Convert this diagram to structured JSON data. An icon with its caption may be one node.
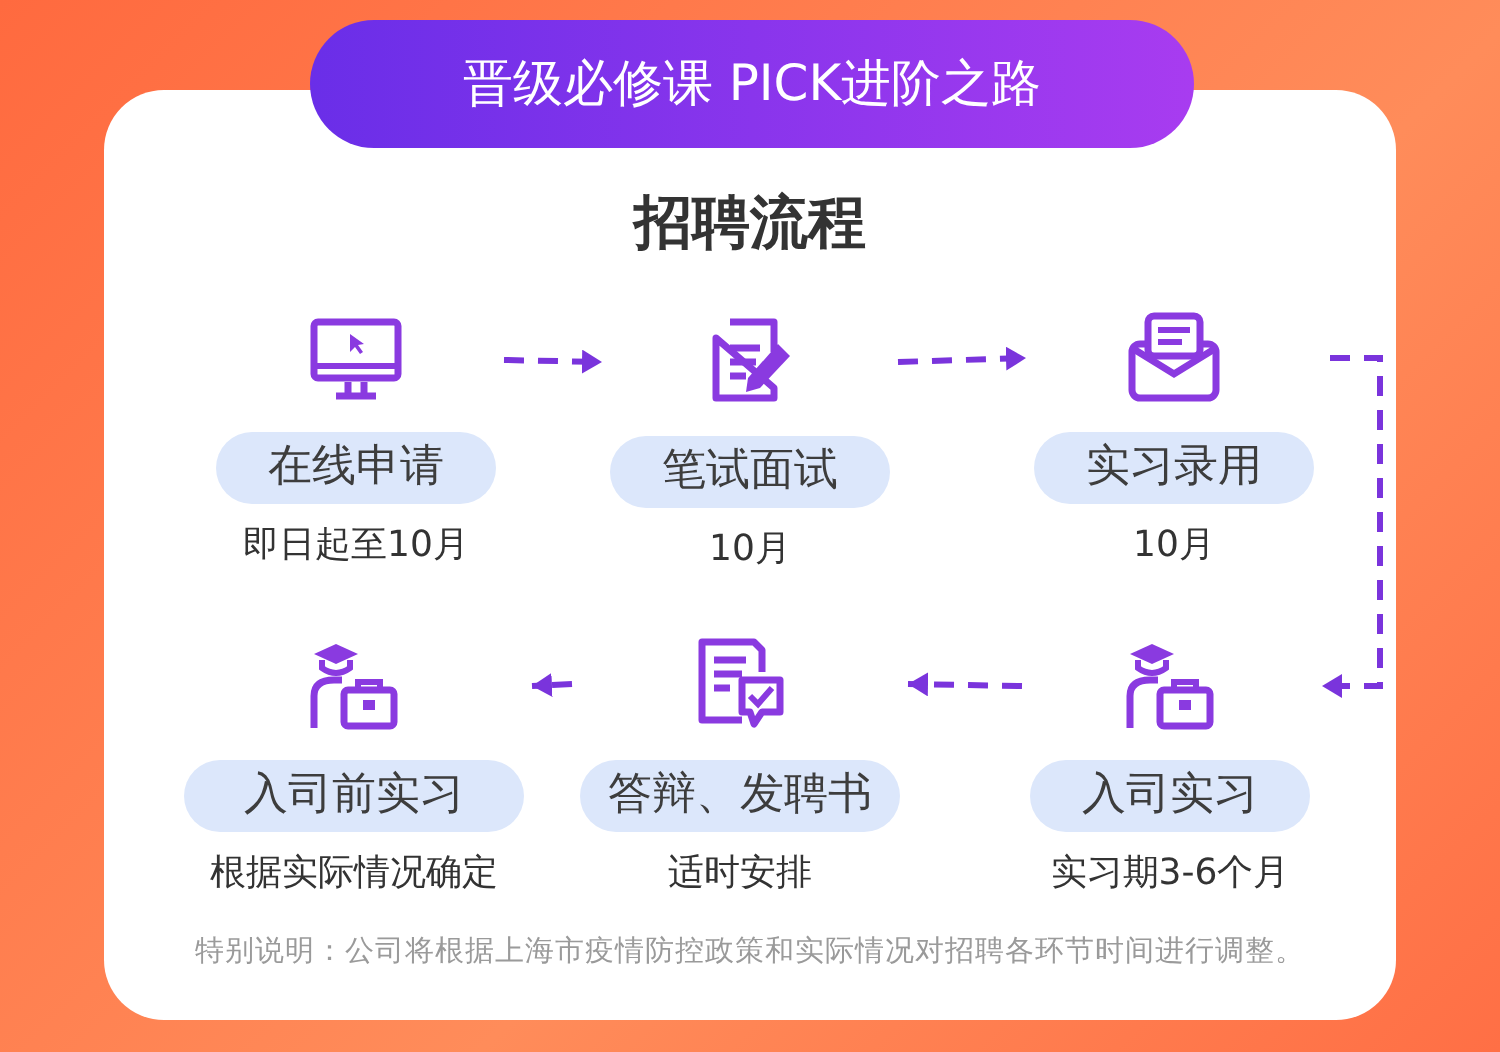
{
  "diagram": {
    "title": "晋级必修课 PICK进阶之路",
    "nodes": [
      {
        "text": [
          "在线申请"
        ],
        "beside": [
          "即日起至10月"
        ]
      },
      {
        "text": [
          "笔试面试"
        ],
        "beside": [
          "10月"
        ]
      },
      {
        "text": [
          "实习录用"
        ],
        "beside": [
          "10月"
        ]
      },
      {
        "text": [
          "入司前实习"
        ],
        "beside": [
          "根据实际情况确定"
        ]
      },
      {
        "text": [
          "答辩、发聘书"
        ],
        "beside": [
          "适时安排"
        ]
      },
      {
        "text": [
          "入司实习"
        ],
        "beside": [
          "实习期3-6个月"
        ]
      }
    ],
    "edges": [
      {
        "from": 0,
        "to": 1,
        "arrow": "to",
        "style": "dashed"
      },
      {
        "from": 1,
        "to": 2,
        "arrow": "to",
        "style": "dashed"
      },
      {
        "from": 2,
        "to": 5,
        "arrow": "to",
        "style": "dashed"
      },
      {
        "from": 5,
        "to": 4,
        "arrow": "to",
        "style": "dashed"
      },
      {
        "from": 4,
        "to": 3,
        "arrow": "to",
        "style": "dashed"
      }
    ],
    "labels": [
      "招聘流程",
      "特别说明：公司将根据上海市疫情防控政策和实际情况对招聘各环节时间进行调整。"
    ]
  }
}
